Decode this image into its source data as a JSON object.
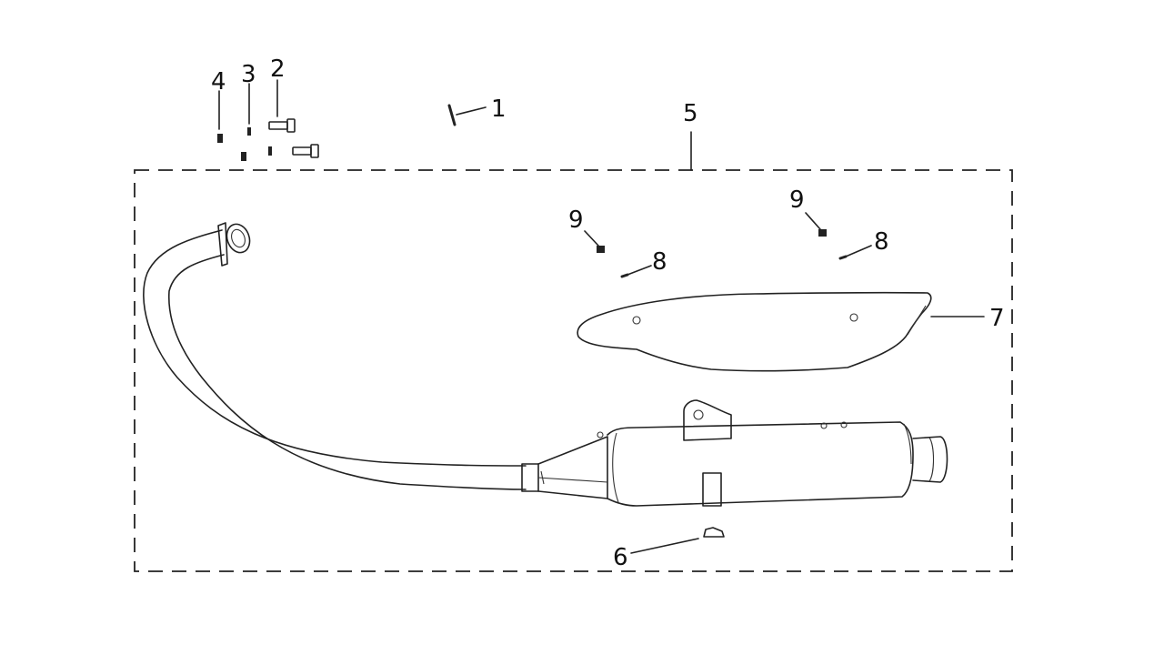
{
  "callouts": {
    "c1": "1",
    "c2": "2",
    "c3": "3",
    "c4": "4",
    "c5": "5",
    "c6": "6",
    "c7": "7",
    "c8a": "8",
    "c8b": "8",
    "c9a": "9",
    "c9b": "9"
  }
}
